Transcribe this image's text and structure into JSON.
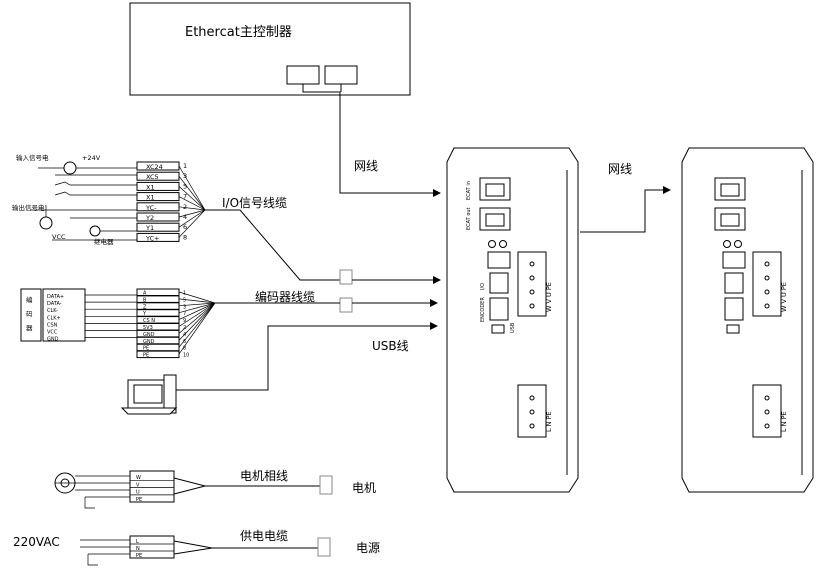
{
  "controller": {
    "label": "Ethercat主控制器"
  },
  "net_label_1": "网线",
  "net_label_2": "网线",
  "io_cable_label": "I/O信号线缆",
  "encoder_cable_label": "编码器线缆",
  "usb_label": "USB线",
  "motor_phase_label": "电机相线",
  "motor_label": "电机",
  "power_cable_label": "供电电缆",
  "power_label": "电源",
  "power_voltage": "220VAC",
  "input_signal_label": "输入信号电",
  "output_signal_label": "输出信号电",
  "plus24": "+24V",
  "vcc_label": "VCC",
  "relay_label": "继电器",
  "io_pins": [
    {
      "name": "XC24",
      "num": "1"
    },
    {
      "name": "XC5",
      "num": "3"
    },
    {
      "name": "X1",
      "num": "5"
    },
    {
      "name": "X1",
      "num": "7"
    },
    {
      "name": "YC-",
      "num": "2"
    },
    {
      "name": "Y2",
      "num": "4"
    },
    {
      "name": "Y1",
      "num": "6"
    },
    {
      "name": "YC+",
      "num": "8"
    }
  ],
  "encoder_label": [
    "编",
    "码",
    "器"
  ],
  "encoder_src": [
    "DATA+",
    "DATA-",
    "CLK-",
    "CLK+",
    "CSN",
    "VCC",
    "GND"
  ],
  "encoder_pins": [
    {
      "name": "A",
      "num": "1"
    },
    {
      "name": "B",
      "num": "5"
    },
    {
      "name": "Z",
      "num": "3"
    },
    {
      "name": "Y",
      "num": "7"
    },
    {
      "name": "CS N",
      "num": "9"
    },
    {
      "name": "5V3",
      "num": "2"
    },
    {
      "name": "GND",
      "num": "4"
    },
    {
      "name": "GND",
      "num": "6"
    },
    {
      "name": "PE",
      "num": "8"
    },
    {
      "name": "PE",
      "num": "10"
    }
  ],
  "motor_pins": [
    "W",
    "V",
    "U",
    "PE"
  ],
  "power_pins": [
    "L",
    "N",
    "PE"
  ],
  "drive": {
    "ecat_in": "ECAT in",
    "ecat_out": "ECAT out",
    "io_label": "I/O",
    "encoder_port": "ENCODER",
    "usb": "USB",
    "motor_terminal": [
      "W",
      "V",
      "U",
      "PE"
    ],
    "power_terminal": [
      "L",
      "N",
      "PE"
    ]
  },
  "colors": {
    "line": "#000000",
    "body": "#ffffff"
  }
}
